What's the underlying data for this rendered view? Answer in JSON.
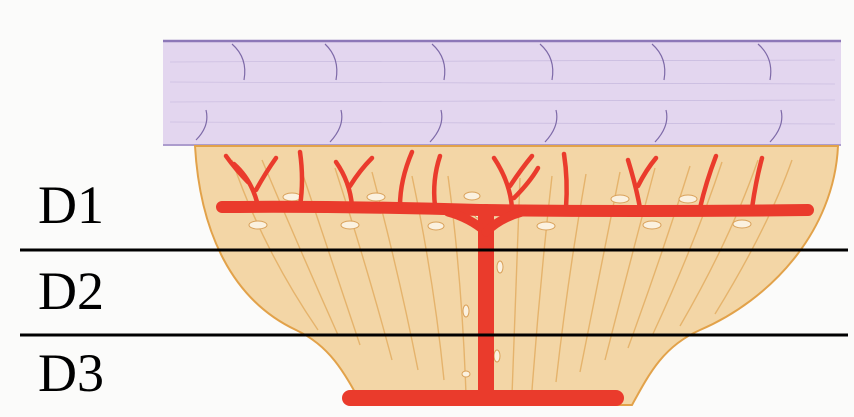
{
  "zones": [
    {
      "label": "D1"
    },
    {
      "label": "D2"
    },
    {
      "label": "D3"
    }
  ],
  "colors": {
    "upper_band_fill": "#e3d6ef",
    "upper_band_edge": "#8d78b8",
    "tissue_fill": "#f3d6a6",
    "tissue_edge": "#e2a24a",
    "vessel": "#ea3b2c",
    "divider": "#000000"
  }
}
